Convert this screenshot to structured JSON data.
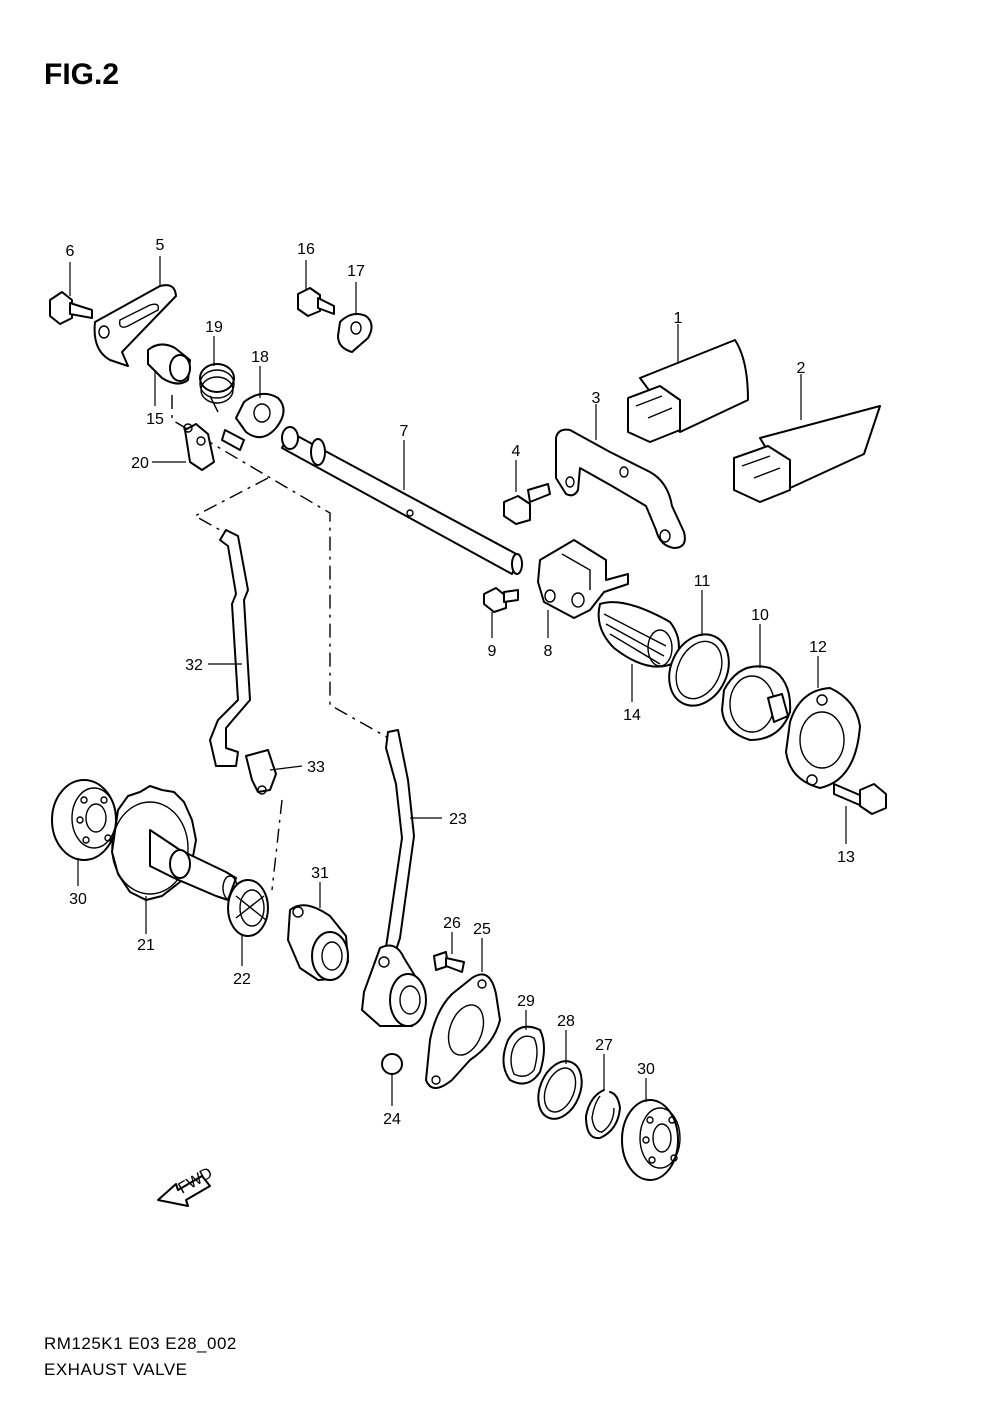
{
  "figure": {
    "title": "FIG.2"
  },
  "footer": {
    "code": "RM125K1 E03 E28_002",
    "name": "EXHAUST VALVE"
  },
  "fwd_label": "FWD",
  "callouts": [
    "1",
    "2",
    "3",
    "4",
    "5",
    "6",
    "7",
    "8",
    "9",
    "10",
    "11",
    "12",
    "13",
    "14",
    "15",
    "16",
    "17",
    "18",
    "19",
    "20",
    "21",
    "22",
    "23",
    "24",
    "25",
    "26",
    "27",
    "28",
    "29",
    "30",
    "30",
    "31",
    "32",
    "33"
  ]
}
